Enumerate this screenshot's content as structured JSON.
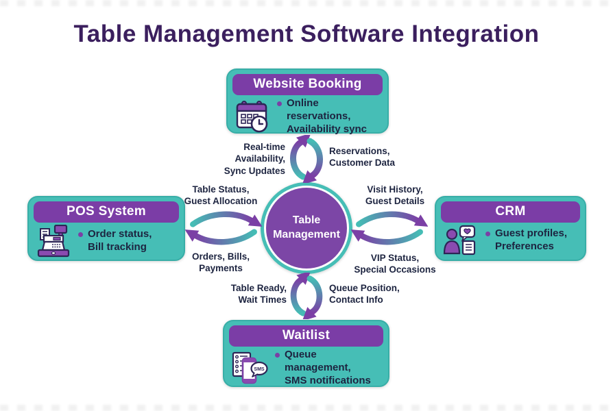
{
  "title": "Table Management Software Integration",
  "center": {
    "label": "Table\nManagement"
  },
  "nodes": {
    "website_booking": {
      "title": "Website Booking",
      "bullet": "Online reservations,\nAvailability sync",
      "icon": "calendar-clock-icon"
    },
    "pos_system": {
      "title": "POS System",
      "bullet": "Order status,\nBill tracking",
      "icon": "cash-register-icon"
    },
    "crm": {
      "title": "CRM",
      "bullet": "Guest profiles,\nPreferences",
      "icon": "customer-profile-icon"
    },
    "waitlist": {
      "title": "Waitlist",
      "bullet": "Queue management,\nSMS notifications",
      "icon": "phone-sms-icon",
      "sms_badge": "SMS"
    }
  },
  "flow_labels": {
    "center_to_website": "Real-time\nAvailability,\nSync Updates",
    "website_to_center": "Reservations,\nCustomer Data",
    "pos_to_center": "Table Status,\nGuest Allocation",
    "center_to_pos": "Orders, Bills,\nPayments",
    "center_to_crm": "Visit History,\nGuest Details",
    "crm_to_center": "VIP Status,\nSpecial Occasions",
    "center_to_waitlist": "Table Ready,\nWait Times",
    "waitlist_to_center": "Queue Position,\nContact Info"
  },
  "colors": {
    "title_text": "#3b1f5e",
    "box_fill": "#46beb6",
    "box_border": "#38aea7",
    "header_fill": "#7b3da6",
    "header_text": "#ffffff",
    "body_text": "#1d2440",
    "hub_fill": "#7c46a6",
    "hub_ring": "#46beb6",
    "arrow_purple": "#7b3fa5",
    "arrow_teal": "#45bdb5"
  }
}
